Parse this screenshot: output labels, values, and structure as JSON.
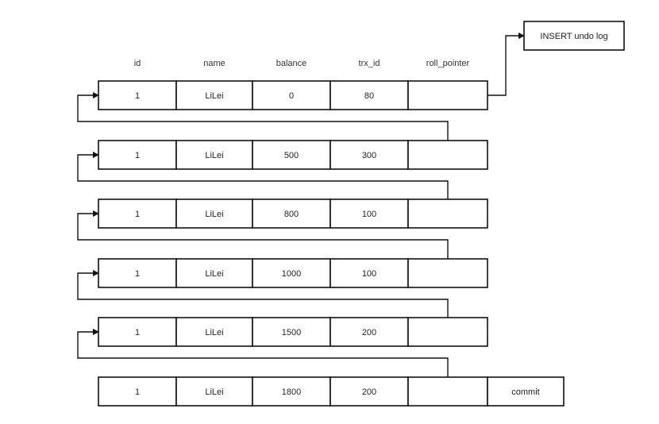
{
  "headers": [
    "id",
    "name",
    "balance",
    "trx_id",
    "roll_pointer"
  ],
  "rows": [
    [
      "1",
      "LiLei",
      "0",
      "80",
      ""
    ],
    [
      "1",
      "LiLei",
      "500",
      "300",
      ""
    ],
    [
      "1",
      "LiLei",
      "800",
      "100",
      ""
    ],
    [
      "1",
      "LiLei",
      "1000",
      "100",
      ""
    ],
    [
      "1",
      "LiLei",
      "1500",
      "200",
      ""
    ],
    [
      "1",
      "LiLei",
      "1800",
      "200",
      ""
    ]
  ],
  "commit_label": "commit",
  "insert_undo_log_label": "INSERT undo log"
}
